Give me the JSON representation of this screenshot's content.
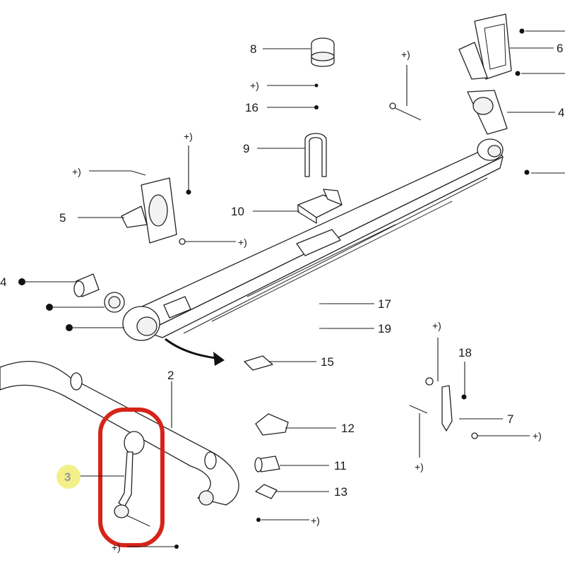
{
  "diagram": {
    "callouts": {
      "c8": "8",
      "c6": "6",
      "c4_right": "4",
      "c16": "16",
      "c9": "9",
      "c10": "10",
      "c5": "5",
      "c4_left": "4",
      "c17": "17",
      "c19": "19",
      "c15": "15",
      "c2": "2",
      "c18": "18",
      "c12": "12",
      "c7": "7",
      "c11": "11",
      "c13": "13",
      "c3": "3"
    },
    "plus_marks": {
      "p_top_center": "+)",
      "p_top_mid": "+)",
      "p_upper_left": "+)",
      "p_upper_left2": "+)",
      "p_mid": "+)",
      "p_right_top": "+)",
      "p_right_low": "+)",
      "p_right_end": "+)",
      "p_bottom_mid": "+)",
      "p_bottom_left": "+)"
    },
    "highlight": {
      "callout_color": "#f3f08a",
      "frame_color": "#d62418"
    }
  }
}
